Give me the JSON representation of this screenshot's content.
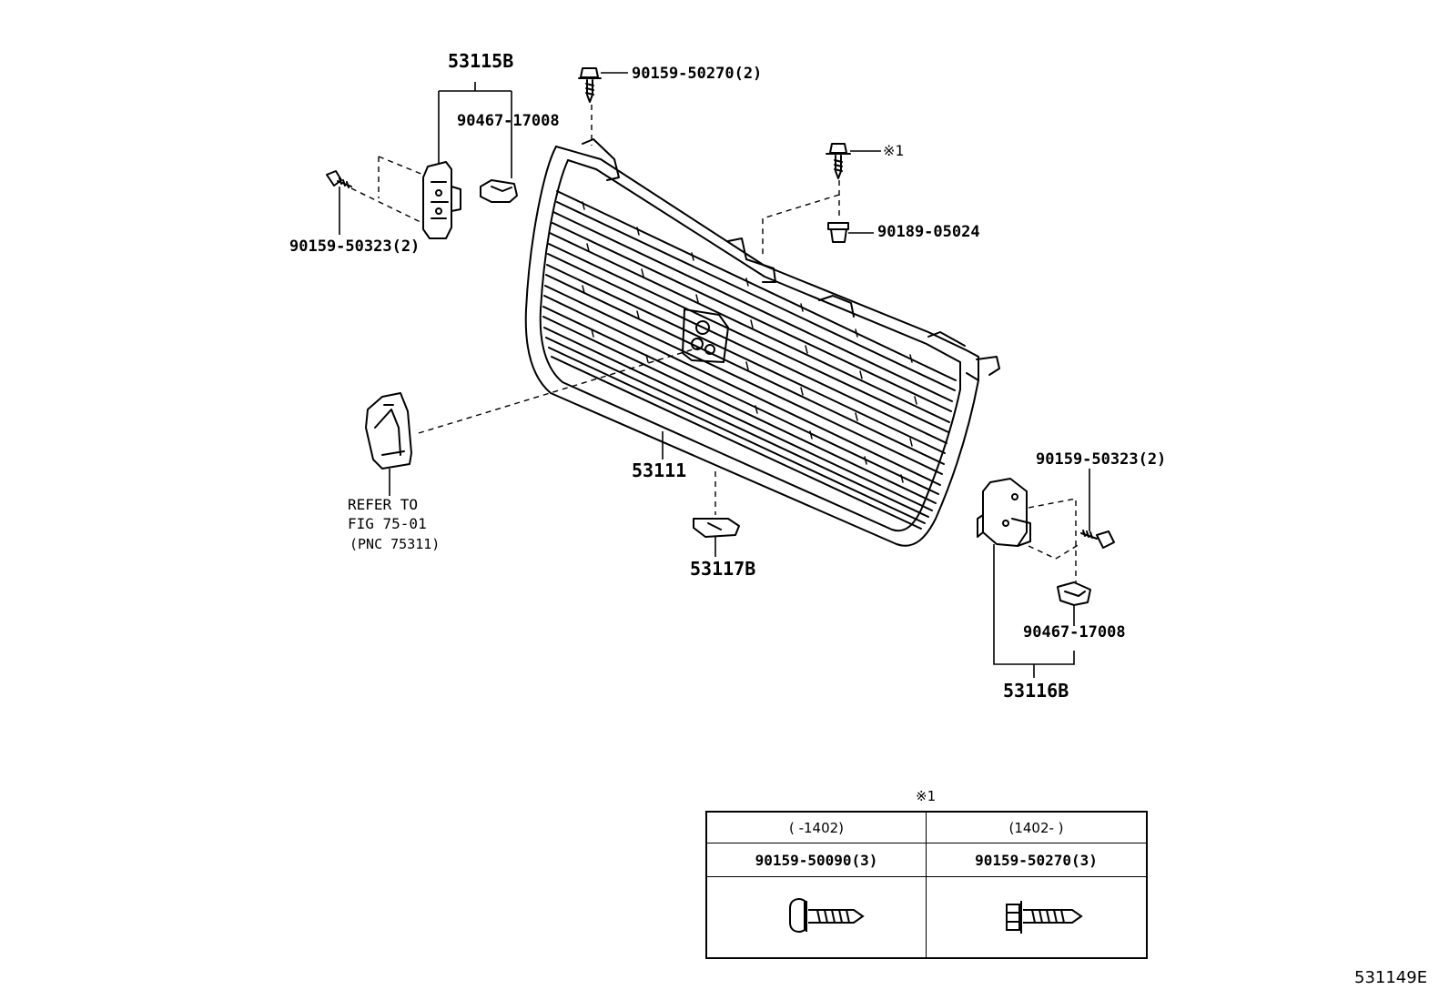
{
  "labels": {
    "bracket_left": "53115B",
    "clip_left": "90467-17008",
    "bolt_left": "90159-50323(2)",
    "screw_top": "90159-50270(2)",
    "screw_mid": "※1",
    "nut_mid": "90189-05024",
    "grille": "53111",
    "clip_bottom": "53117B",
    "refer_line1": "REFER TO",
    "refer_line2": "FIG 75-01",
    "refer_line3": "(PNC 75311)",
    "bolt_right": "90159-50323(2)",
    "clip_right": "90467-17008",
    "bracket_right": "53116B"
  },
  "variant_table": {
    "mark": "※1",
    "columns": [
      {
        "range": "(      -1402)",
        "part_number": "90159-50090(3)",
        "head_type": "washer-head"
      },
      {
        "range": "(1402-      )",
        "part_number": "90159-50270(3)",
        "head_type": "hex-flange-head"
      }
    ]
  },
  "page_code": "531149E",
  "colors": {
    "line": "#000000",
    "background": "#ffffff"
  }
}
